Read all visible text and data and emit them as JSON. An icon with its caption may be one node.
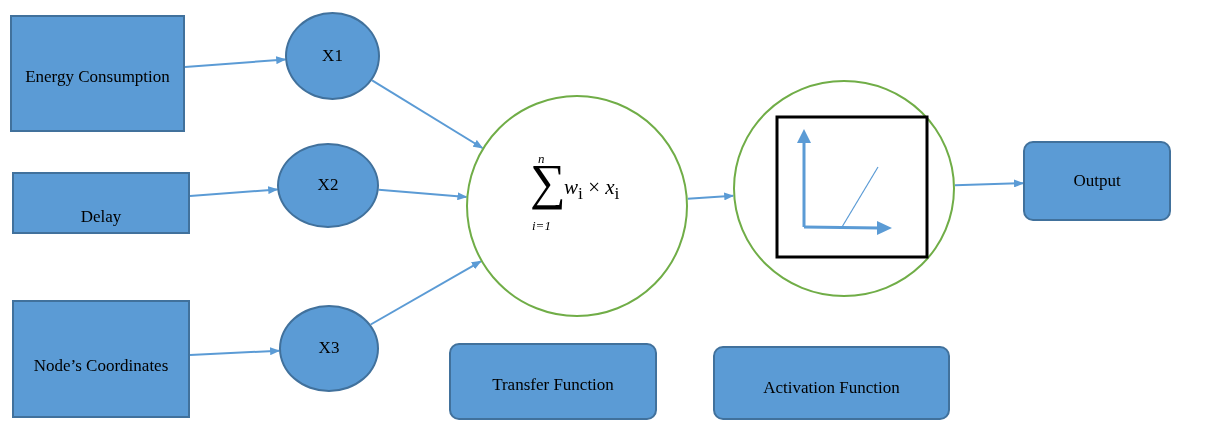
{
  "diagram": {
    "nodes": [
      {
        "text": [
          "Energy Consumption"
        ]
      },
      {
        "text": [
          "X1"
        ]
      },
      {
        "text": [
          "Delay"
        ]
      },
      {
        "text": [
          "X2"
        ]
      },
      {
        "text": [
          "Node’s Coordinates"
        ]
      },
      {
        "text": [
          "X3"
        ]
      },
      {
        "text": [
          "n",
          "∑",
          "i=1",
          "*w*$_{i}$ × *x*$_{i}$"
        ]
      },
      {
        "text": [],
        "shape": "circle"
      },
      {
        "text": [
          "Output"
        ]
      },
      {
        "text": [
          "Transfer Function"
        ]
      },
      {
        "text": [
          "Activation Function"
        ]
      }
    ],
    "edges": [
      {
        "from": 0,
        "to": 1,
        "arrow": "to"
      },
      {
        "from": 1,
        "to": 6,
        "arrow": "to"
      },
      {
        "from": 2,
        "to": 3,
        "arrow": "to"
      },
      {
        "from": 3,
        "to": 6,
        "arrow": "to"
      },
      {
        "from": 4,
        "to": 5,
        "arrow": "to"
      },
      {
        "from": 5,
        "to": 6,
        "arrow": "to"
      },
      {
        "from": 6,
        "to": 7,
        "arrow": "to"
      },
      {
        "from": 7,
        "to": 8,
        "arrow": "to"
      }
    ]
  }
}
